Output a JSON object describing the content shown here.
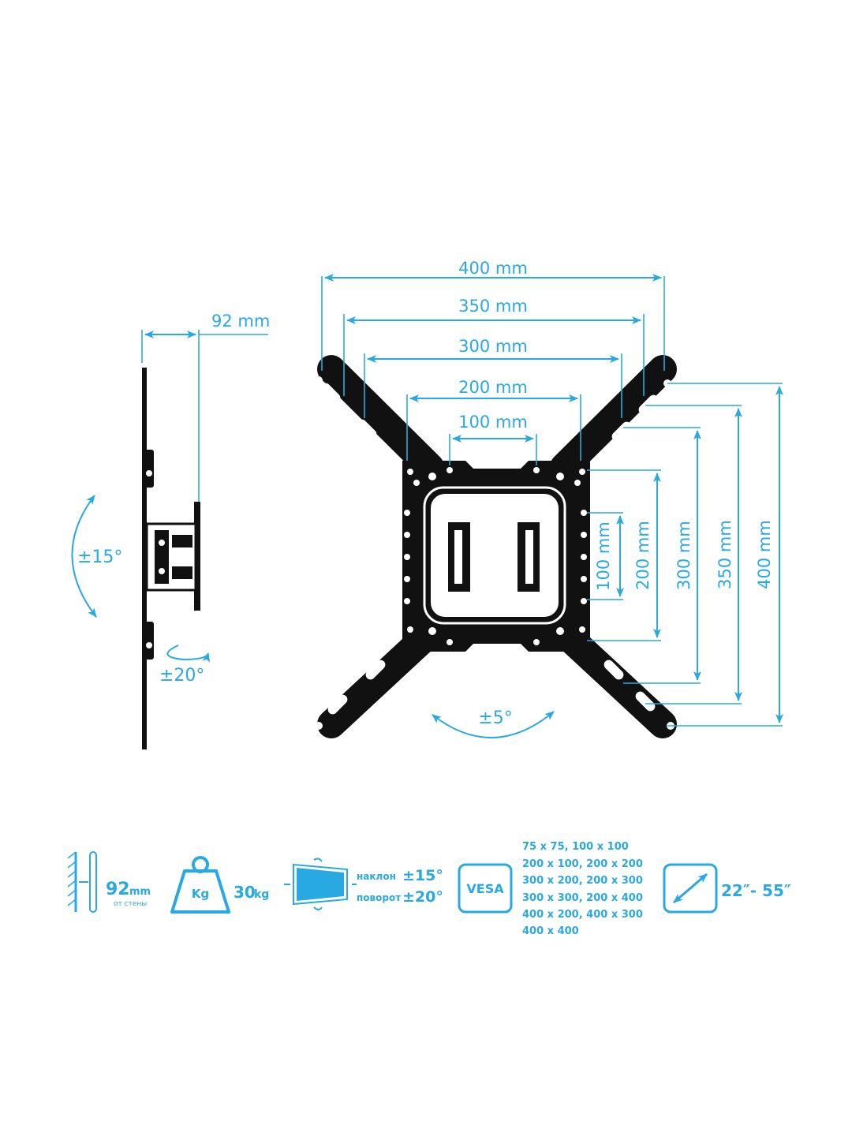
{
  "colors": {
    "accent": "#29a9e1",
    "outline": "#111111"
  },
  "side_view": {
    "depth_label": "92 mm",
    "tilt_label": "±15°",
    "swivel_label": "±20°"
  },
  "front_view": {
    "horizontal_dims": [
      "400 mm",
      "350 mm",
      "300 mm",
      "200 mm",
      "100 mm"
    ],
    "vertical_dims": [
      "100 mm",
      "200 mm",
      "300 mm",
      "350 mm",
      "400 mm"
    ],
    "rotation_label": "±5°"
  },
  "specs": {
    "wall_distance": {
      "value": "92",
      "unit": "mm",
      "caption": "от стены"
    },
    "weight": {
      "icon_label": "Kg",
      "value": "30",
      "unit": "kg"
    },
    "tilt": {
      "label": "наклон",
      "value": "±15°"
    },
    "swivel": {
      "label": "поворот",
      "value": "±20°"
    },
    "vesa": {
      "badge": "VESA",
      "lines": [
        "75 x 75, 100 x 100",
        "200 x 100, 200 x 200",
        "300 x 200, 200 x 300",
        "300 x 300, 200 x 400",
        "400 x 200, 400 x 300",
        "400 x 400"
      ]
    },
    "screen_size": "22″- 55″"
  },
  "icons": [
    "wall-distance-icon",
    "weight-icon",
    "tilt-swivel-icon",
    "vesa-icon",
    "screen-diagonal-icon"
  ]
}
